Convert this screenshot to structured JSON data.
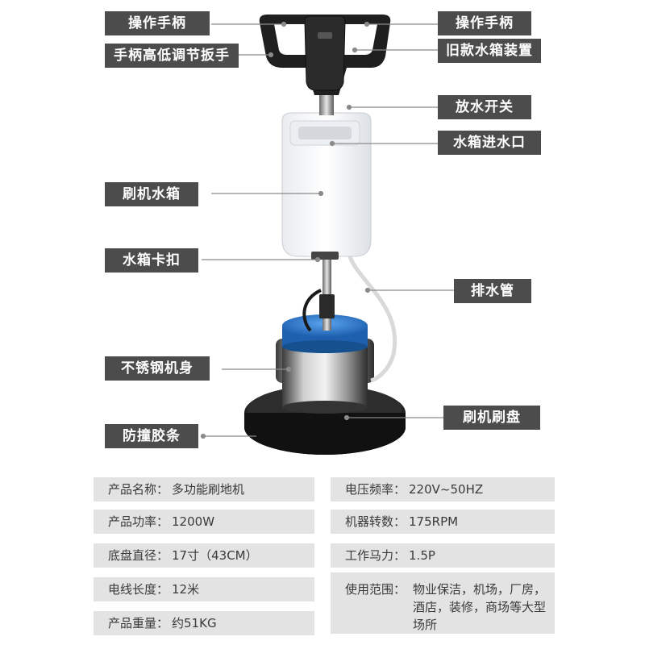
{
  "callouts": {
    "handle_left": "操作手柄",
    "handle_adjust": "手柄高低调节扳手",
    "handle_right": "操作手柄",
    "old_tank_device": "旧款水箱装置",
    "drain_switch": "放水开关",
    "tank_inlet": "水箱进水口",
    "water_tank": "刷机水箱",
    "tank_clip": "水箱卡扣",
    "drain_pipe": "排水管",
    "steel_body": "不锈钢机身",
    "brush_disc": "刷机刷盘",
    "bumper_strip": "防撞胶条"
  },
  "specs": [
    {
      "label": "产品名称：",
      "value": "多功能刷地机"
    },
    {
      "label": "电压频率：",
      "value": "220V~50HZ"
    },
    {
      "label": "产品功率：",
      "value": "1200W"
    },
    {
      "label": "机器转数：",
      "value": "175RPM"
    },
    {
      "label": "底盘直径：",
      "value": "17寸（43CM）"
    },
    {
      "label": "工作马力：",
      "value": "1.5P"
    },
    {
      "label": "电线长度：",
      "value": "12米"
    },
    {
      "label": "使用范围：",
      "value": "物业保洁，机场，厂房，酒店，装修，商场等大型场所"
    },
    {
      "label": "产品重量：",
      "value": "约51KG"
    }
  ],
  "colors": {
    "label_bg": "#4c4c4c",
    "spec_bg": "#e3e3e3",
    "tank_blue": "#2f7fd8"
  }
}
